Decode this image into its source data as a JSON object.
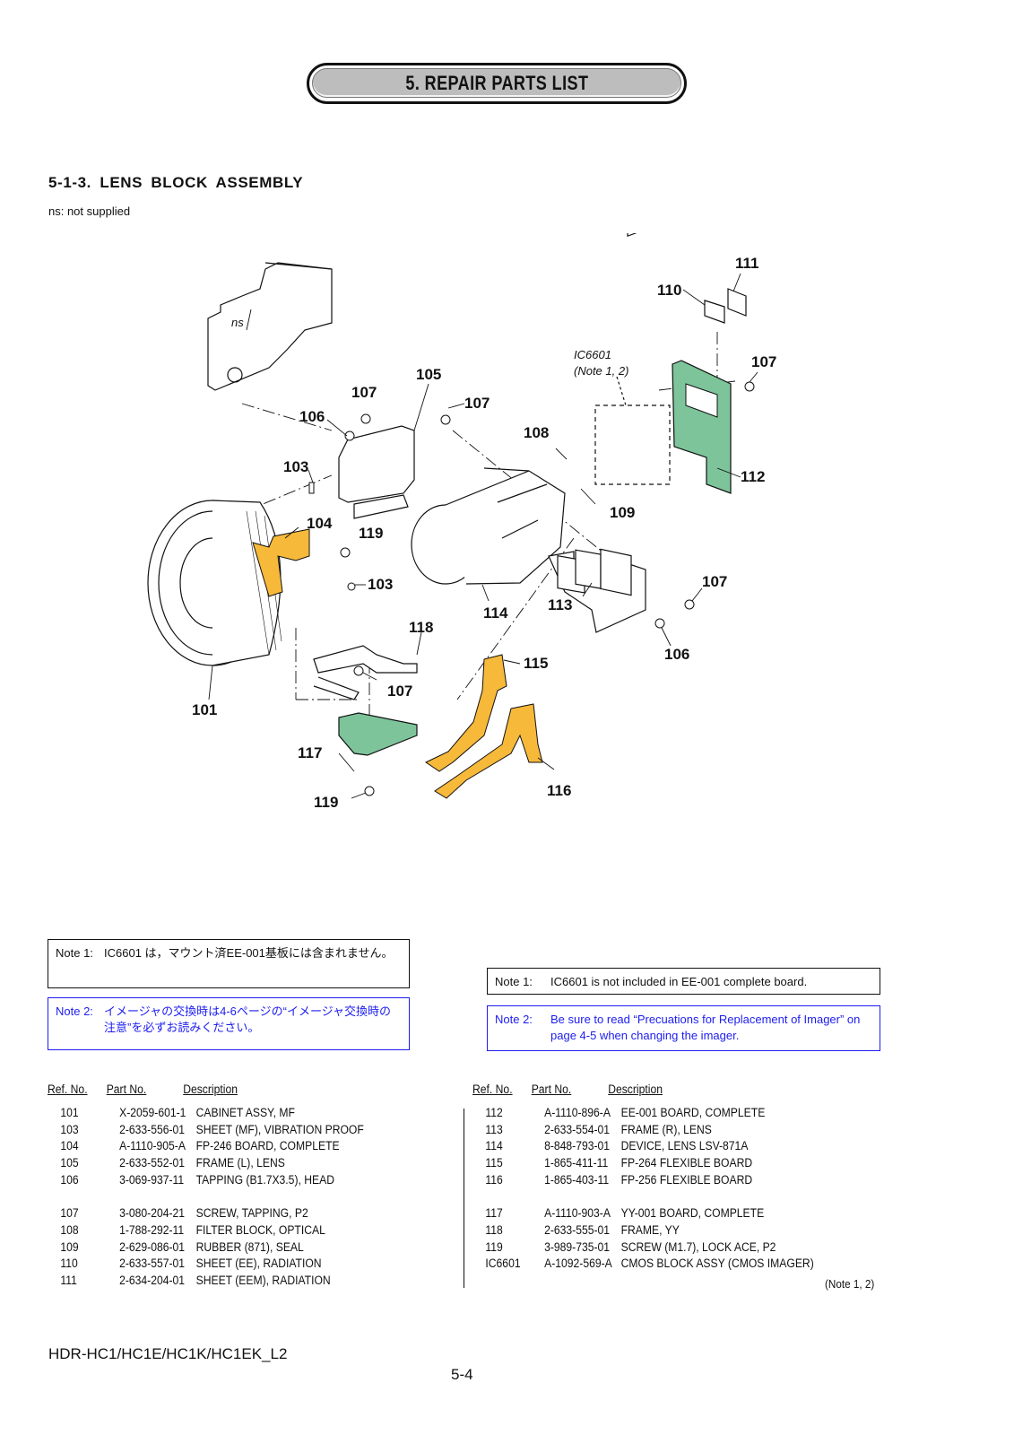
{
  "header": {
    "title": "5. REPAIR PARTS LIST"
  },
  "section": {
    "title": "5-1-3.  LENS  BLOCK  ASSEMBLY",
    "ns_note": "ns: not supplied"
  },
  "diagram": {
    "ns_label": "ns",
    "ic_label": "IC6601",
    "ic_note": "(Note 1, 2)",
    "callouts": {
      "c101": "101",
      "c103a": "103",
      "c103b": "103",
      "c104": "104",
      "c105": "105",
      "c106a": "106",
      "c106b": "106",
      "c107a": "107",
      "c107b": "107",
      "c107c": "107",
      "c107d": "107",
      "c107e": "107",
      "c108": "108",
      "c109": "109",
      "c110": "110",
      "c111": "111",
      "c112": "112",
      "c113": "113",
      "c114": "114",
      "c115": "115",
      "c116": "116",
      "c117": "117",
      "c118": "118",
      "c119a": "119",
      "c119b": "119"
    },
    "colors": {
      "board_green": "#7dc49a",
      "flex_orange": "#f7b93a",
      "line": "#111111"
    }
  },
  "notes": {
    "jp": [
      {
        "label": "Note 1:",
        "text": "IC6601 は，マウント済EE-001基板には含まれません。"
      },
      {
        "label": "Note 2:",
        "text": "イメージャの交換時は4-6ページの“イメージャ交換時の注意”を必ずお読みください。"
      }
    ],
    "en": [
      {
        "label": "Note 1:",
        "text": "IC6601 is not included in EE-001 complete board."
      },
      {
        "label": "Note 2:",
        "text": "Be sure to read “Precuations for Replacement of Imager” on page 4-5 when changing the imager."
      }
    ],
    "colors": {
      "note2": "#1d1df0"
    }
  },
  "parts_table": {
    "headers": {
      "ref": "Ref. No.",
      "part": "Part No.",
      "desc": "Description"
    },
    "left": [
      {
        "ref": "101",
        "part": "X-2059-601-1",
        "desc": "CABINET ASSY, MF"
      },
      {
        "ref": "103",
        "part": "2-633-556-01",
        "desc": "SHEET (MF), VIBRATION PROOF"
      },
      {
        "ref": "104",
        "part": "A-1110-905-A",
        "desc": "FP-246 BOARD, COMPLETE"
      },
      {
        "ref": "105",
        "part": "2-633-552-01",
        "desc": "FRAME (L), LENS"
      },
      {
        "ref": "106",
        "part": "3-069-937-11",
        "desc": "TAPPING (B1.7X3.5), HEAD"
      },
      {
        "ref": "107",
        "part": "3-080-204-21",
        "desc": "SCREW, TAPPING, P2"
      },
      {
        "ref": "108",
        "part": "1-788-292-11",
        "desc": "FILTER BLOCK, OPTICAL"
      },
      {
        "ref": "109",
        "part": "2-629-086-01",
        "desc": "RUBBER (871), SEAL"
      },
      {
        "ref": "110",
        "part": "2-633-557-01",
        "desc": "SHEET (EE), RADIATION"
      },
      {
        "ref": "111",
        "part": "2-634-204-01",
        "desc": "SHEET (EEM), RADIATION"
      }
    ],
    "right": [
      {
        "ref": "112",
        "part": "A-1110-896-A",
        "desc": "EE-001 BOARD, COMPLETE"
      },
      {
        "ref": "113",
        "part": "2-633-554-01",
        "desc": "FRAME (R), LENS"
      },
      {
        "ref": "114",
        "part": "8-848-793-01",
        "desc": "DEVICE, LENS LSV-871A"
      },
      {
        "ref": "115",
        "part": "1-865-411-11",
        "desc": "FP-264 FLEXIBLE BOARD"
      },
      {
        "ref": "116",
        "part": "1-865-403-11",
        "desc": "FP-256 FLEXIBLE BOARD"
      },
      {
        "ref": "117",
        "part": "A-1110-903-A",
        "desc": "YY-001 BOARD, COMPLETE"
      },
      {
        "ref": "118",
        "part": "2-633-555-01",
        "desc": "FRAME, YY"
      },
      {
        "ref": "119",
        "part": "3-989-735-01",
        "desc": "SCREW (M1.7), LOCK ACE, P2"
      },
      {
        "ref": "IC6601",
        "part": "A-1092-569-A",
        "desc": "CMOS BLOCK ASSY (CMOS IMAGER)"
      }
    ],
    "right_footnote": "(Note 1, 2)"
  },
  "footer": {
    "model": "HDR-HC1/HC1E/HC1K/HC1EK_L2",
    "page": "5-4"
  }
}
